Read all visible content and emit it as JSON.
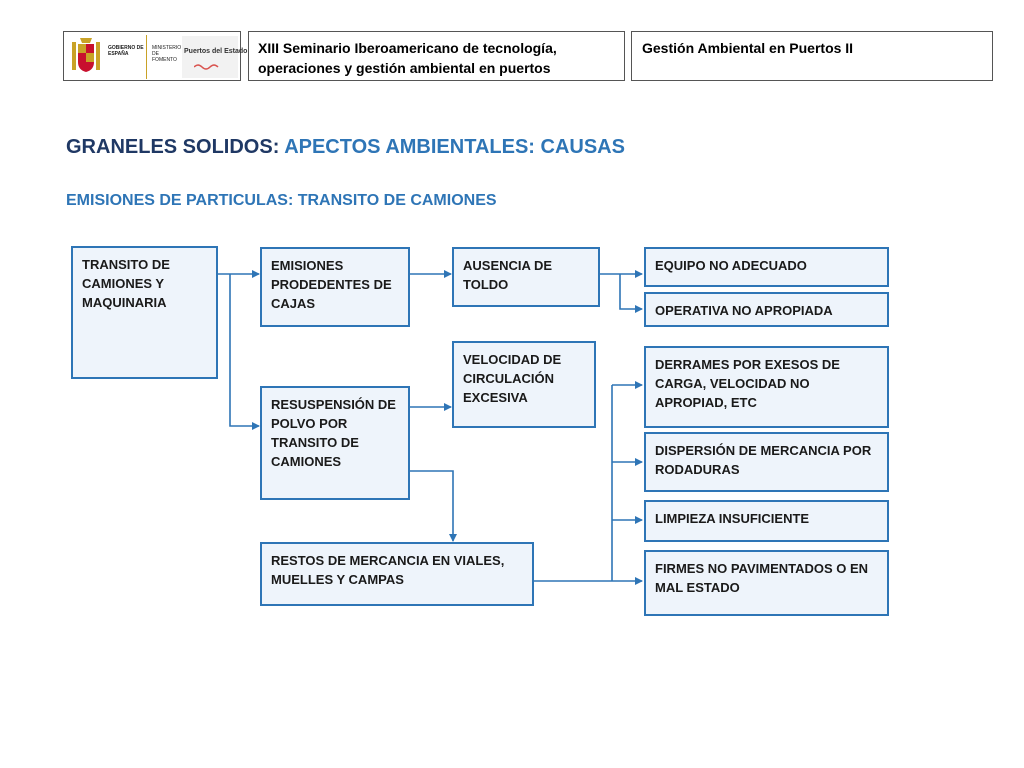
{
  "header": {
    "logo": {
      "govt_text": "GOBIERNO DE ESPAÑA",
      "ministry_text": "MINISTERIO DE FOMENTO",
      "brand_text": "Puertos del Estado"
    },
    "seminar_line1": "XIII Seminario Iberoamericano de tecnología,",
    "seminar_line2": "operaciones y gestión ambiental en puertos",
    "course_title": "Gestión Ambiental en Puertos II"
  },
  "title_part1": "GRANELES SOLIDOS:",
  "title_part2": "APECTOS AMBIENTALES: CAUSAS",
  "subtitle": "EMISIONES DE PARTICULAS: TRANSITO DE CAMIONES",
  "colors": {
    "accent": "#2e75b6",
    "title_dark": "#1f3864",
    "box_fill": "#eef4fb"
  },
  "diagram": {
    "nodes": {
      "transito": "TRANSITO DE CAMIONES Y MAQUINARIA",
      "emisiones_cajas": "EMISIONES PRODEDENTES DE CAJAS",
      "resuspension": "RESUSPENSIÓN DE POLVO POR TRANSITO DE CAMIONES",
      "restos": "RESTOS DE MERCANCIA EN VIALES, MUELLES Y CAMPAS",
      "ausencia_toldo": "AUSENCIA DE TOLDO",
      "velocidad": "VELOCIDAD DE CIRCULACIÓN EXCESIVA",
      "equipo": "EQUIPO NO ADECUADO",
      "operativa": "OPERATIVA NO APROPIADA",
      "derrames": "DERRAMES POR EXESOS DE CARGA, VELOCIDAD NO APROPIAD, ETC",
      "dispersion": "DISPERSIÓN DE MERCANCIA POR RODADURAS",
      "limpieza": "LIMPIEZA INSUFICIENTE",
      "firmes": "FIRMES NO PAVIMENTADOS O EN MAL ESTADO"
    }
  }
}
